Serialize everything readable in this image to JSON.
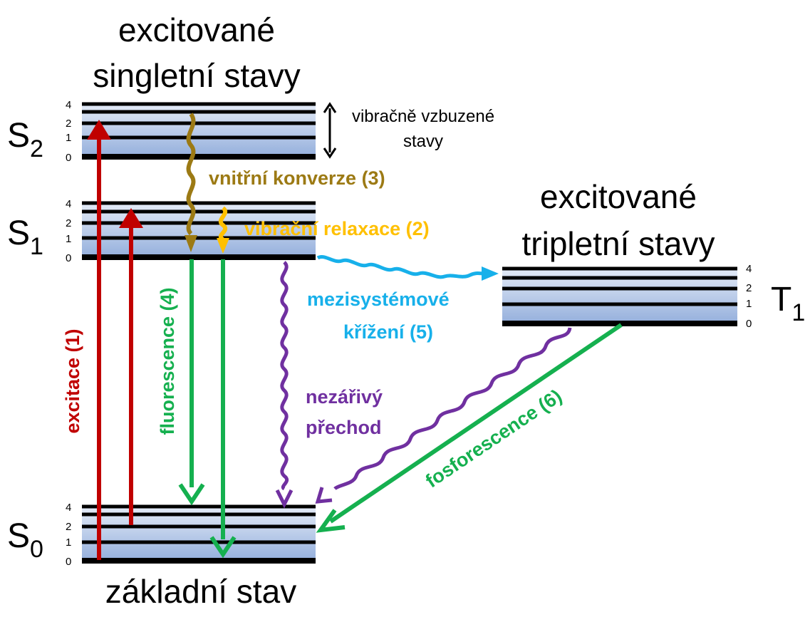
{
  "headings": {
    "singlet_line1": "excitované",
    "singlet_line2": "singletní stavy",
    "triplet_line1": "excitované",
    "triplet_line2": "tripletní stavy",
    "ground": "základní stav"
  },
  "states": [
    {
      "letter": "S",
      "sub": "2"
    },
    {
      "letter": "S",
      "sub": "1"
    },
    {
      "letter": "S",
      "sub": "0"
    },
    {
      "letter": "T",
      "sub": "1"
    }
  ],
  "level_labels": [
    "4",
    "2",
    "1",
    "0"
  ],
  "vibrational_note": {
    "line1": "vibračně vzbuzené",
    "line2": "stavy"
  },
  "processes": {
    "excitation": "excitace (1)",
    "vibrational_relaxation": "vibrační relaxace (2)",
    "internal_conversion": "vnitřní konverze (3)",
    "fluorescence": "fluorescence (4)",
    "isc_line1": "mezisystémové",
    "isc_line2": "křížení (5)",
    "phosphorescence": "fosforescence (6)",
    "nonradiative_line1": "nezářivý",
    "nonradiative_line2": "přechod"
  },
  "colors": {
    "excitation": "#c00000",
    "internal_conversion": "#9c7a14",
    "vibrational_relaxation": "#ffc000",
    "fluorescence": "#15b04f",
    "isc": "#17b0ea",
    "nonradiative": "#7030a0",
    "phosphorescence": "#15b04f",
    "band_top": "#e4ebf7",
    "band_bottom": "#94afdc",
    "level_line": "#000000"
  }
}
